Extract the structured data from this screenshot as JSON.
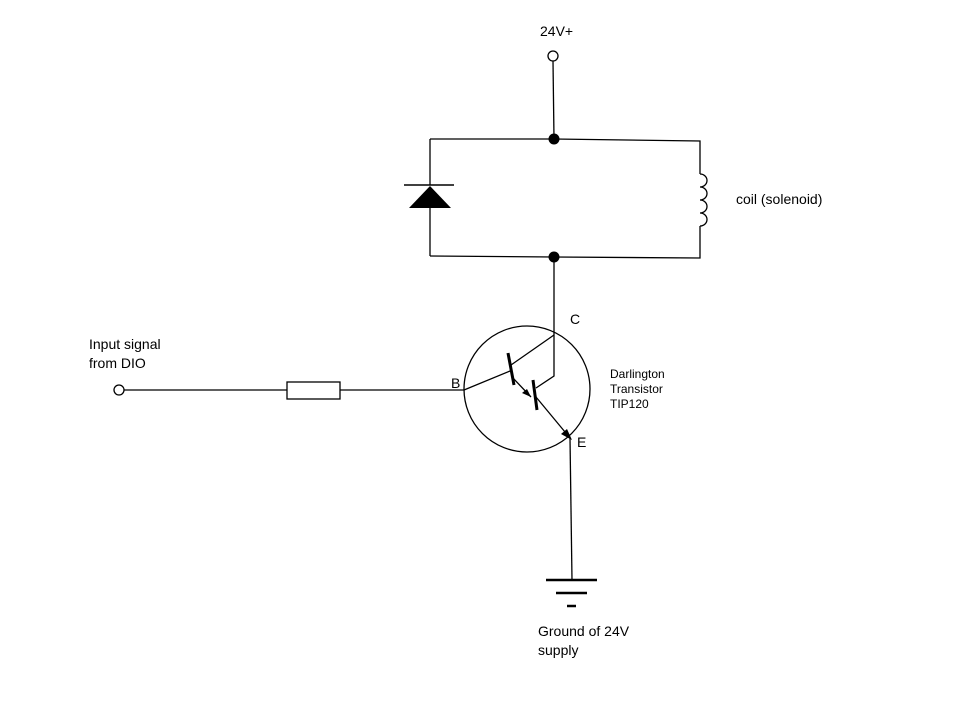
{
  "labels": {
    "supply": "24V+",
    "coil": "coil (solenoid)",
    "input_line1": "Input signal",
    "input_line2": "from DIO",
    "collector": "C",
    "base": "B",
    "emitter": "E",
    "transistor_line1": "Darlington",
    "transistor_line2": "Transistor",
    "transistor_line3": "TIP120",
    "ground_line1": "Ground of 24V",
    "ground_line2": "supply"
  }
}
